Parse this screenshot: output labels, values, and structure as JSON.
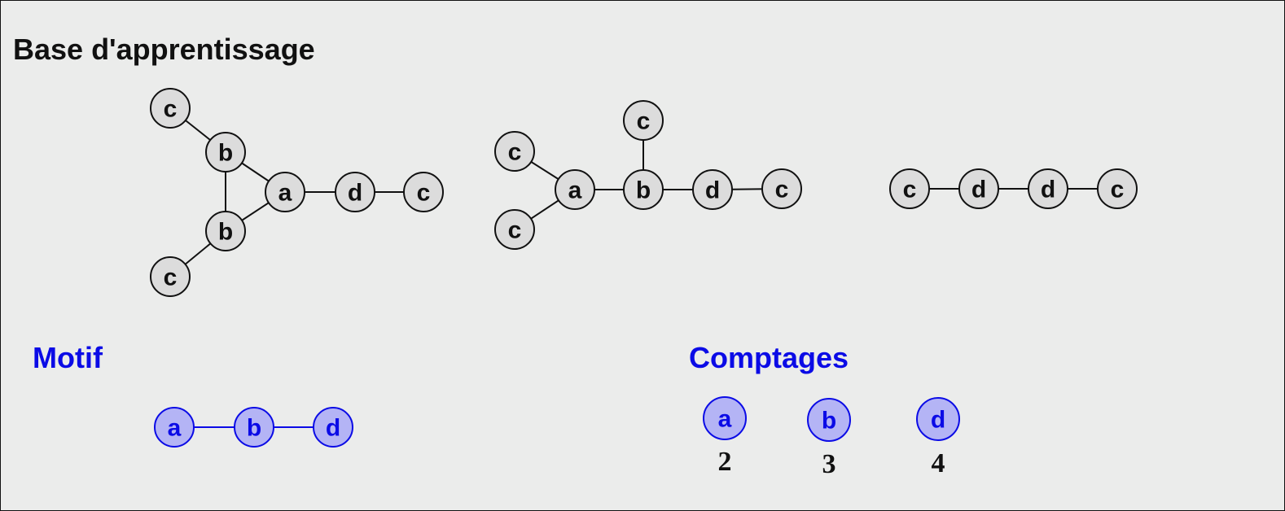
{
  "title": "Base d'apprentissage",
  "motif_heading": "Motif",
  "counts_heading": "Comptages",
  "graphs": [
    {
      "nodes": [
        "c",
        "b",
        "a",
        "d",
        "c",
        "b",
        "c"
      ],
      "edges": [
        [
          0,
          1
        ],
        [
          1,
          2
        ],
        [
          2,
          3
        ],
        [
          3,
          4
        ],
        [
          1,
          5
        ],
        [
          5,
          2
        ],
        [
          5,
          6
        ]
      ]
    },
    {
      "nodes": [
        "c",
        "c",
        "a",
        "b",
        "c",
        "d",
        "c"
      ],
      "edges": [
        [
          0,
          2
        ],
        [
          1,
          2
        ],
        [
          2,
          3
        ],
        [
          3,
          4
        ],
        [
          3,
          5
        ],
        [
          5,
          6
        ]
      ]
    },
    {
      "nodes": [
        "c",
        "d",
        "d",
        "c"
      ],
      "edges": [
        [
          0,
          1
        ],
        [
          1,
          2
        ],
        [
          2,
          3
        ]
      ]
    }
  ],
  "motif": {
    "nodes": [
      "a",
      "b",
      "d"
    ],
    "edges": [
      [
        0,
        1
      ],
      [
        1,
        2
      ]
    ]
  },
  "counts": [
    {
      "label": "a",
      "value": "2"
    },
    {
      "label": "b",
      "value": "3"
    },
    {
      "label": "d",
      "value": "4"
    }
  ],
  "colors": {
    "background": "#ebeceb",
    "node_fill": "#dcdcdc",
    "motif_fill": "#b4b4f5",
    "accent_blue": "#0b0be6"
  }
}
